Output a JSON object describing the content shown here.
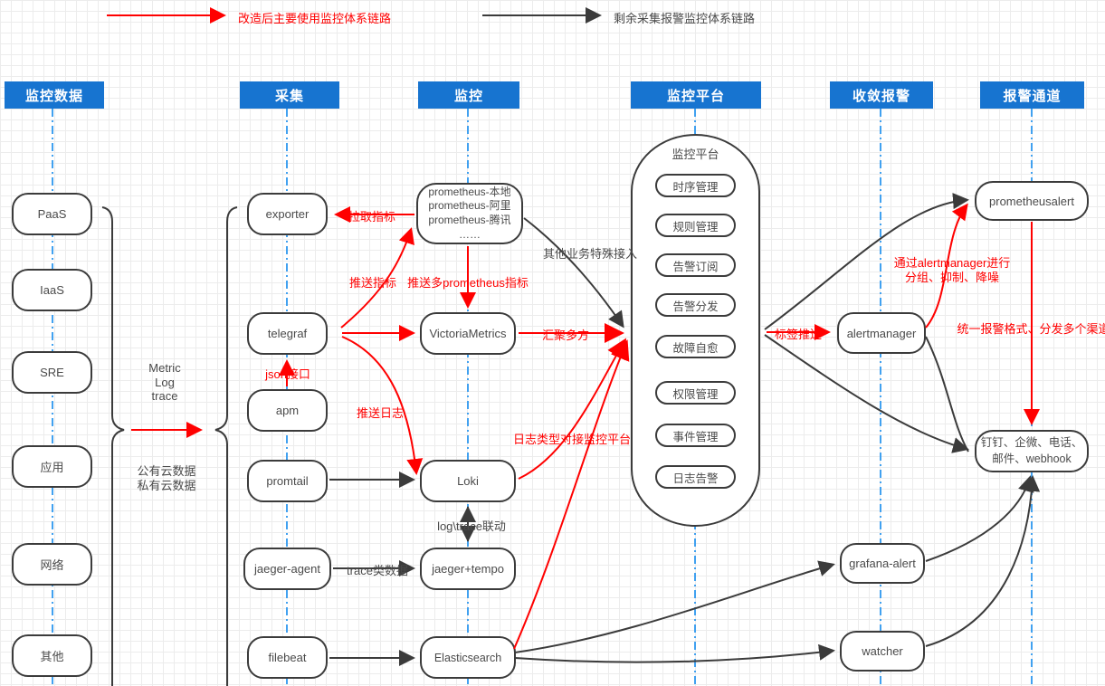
{
  "legend": {
    "red_label": "改造后主要使用监控体系链路",
    "black_label": "剩余采集报警监控体系链路"
  },
  "headers": {
    "monitor_data": "监控数据",
    "collect": "采集",
    "monitor": "监控",
    "platform": "监控平台",
    "converge_alert": "收敛报警",
    "alert_channel": "报警通道"
  },
  "source_nodes": {
    "paas": "PaaS",
    "iaas": "IaaS",
    "sre": "SRE",
    "app": "应用",
    "network": "网络",
    "other": "其他"
  },
  "collect_nodes": {
    "exporter": "exporter",
    "telegraf": "telegraf",
    "apm": "apm",
    "promtail": "promtail",
    "jaeger_agent": "jaeger-agent",
    "filebeat": "filebeat"
  },
  "monitor_nodes": {
    "prometheus": "prometheus-本地\nprometheus-阿里\nprometheus-腾讯\n……",
    "victoriametrics": "VictoriaMetrics",
    "loki": "Loki",
    "jaeger_tempo": "jaeger+tempo",
    "elasticsearch": "Elasticsearch"
  },
  "platform": {
    "title": "监控平台",
    "items": [
      "时序管理",
      "规则管理",
      "告警订阅",
      "告警分发",
      "故障自愈",
      "权限管理",
      "事件管理",
      "日志告警"
    ]
  },
  "converge_nodes": {
    "alertmanager": "alertmanager",
    "grafana_alert": "grafana-alert",
    "watcher": "watcher"
  },
  "channel_nodes": {
    "prometheusalert": "prometheusalert",
    "channels": "钉钉、企微、电话、邮件、webhook"
  },
  "edge_labels": {
    "pull_metrics": "拉取指标",
    "push_metrics": "推送指标",
    "push_multi_prometheus": "推送多prometheus指标",
    "json_api": "json接口",
    "push_logs": "推送日志",
    "aggregate_multi": "汇聚多方",
    "other_biz_access": "其他业务特殊接入",
    "log_type_access": "日志类型对接监控平台",
    "log_trace_link": "log\\trace联动",
    "trace_data": "trace类数据",
    "label_push": "标签推送",
    "via_alertmanager": "通过alertmanager进行\n分组、抑制、降噪",
    "unified_format": "统一报警格式、分发多个渠道",
    "metric_log_trace": "Metric\nLog\ntrace",
    "cloud_data": "公有云数据\n私有云数据"
  },
  "colors": {
    "header_blue": "#1774d0",
    "line_red": "#ff0000",
    "line_black": "#3b3b3b",
    "dashed_blue": "#41a1f0"
  }
}
